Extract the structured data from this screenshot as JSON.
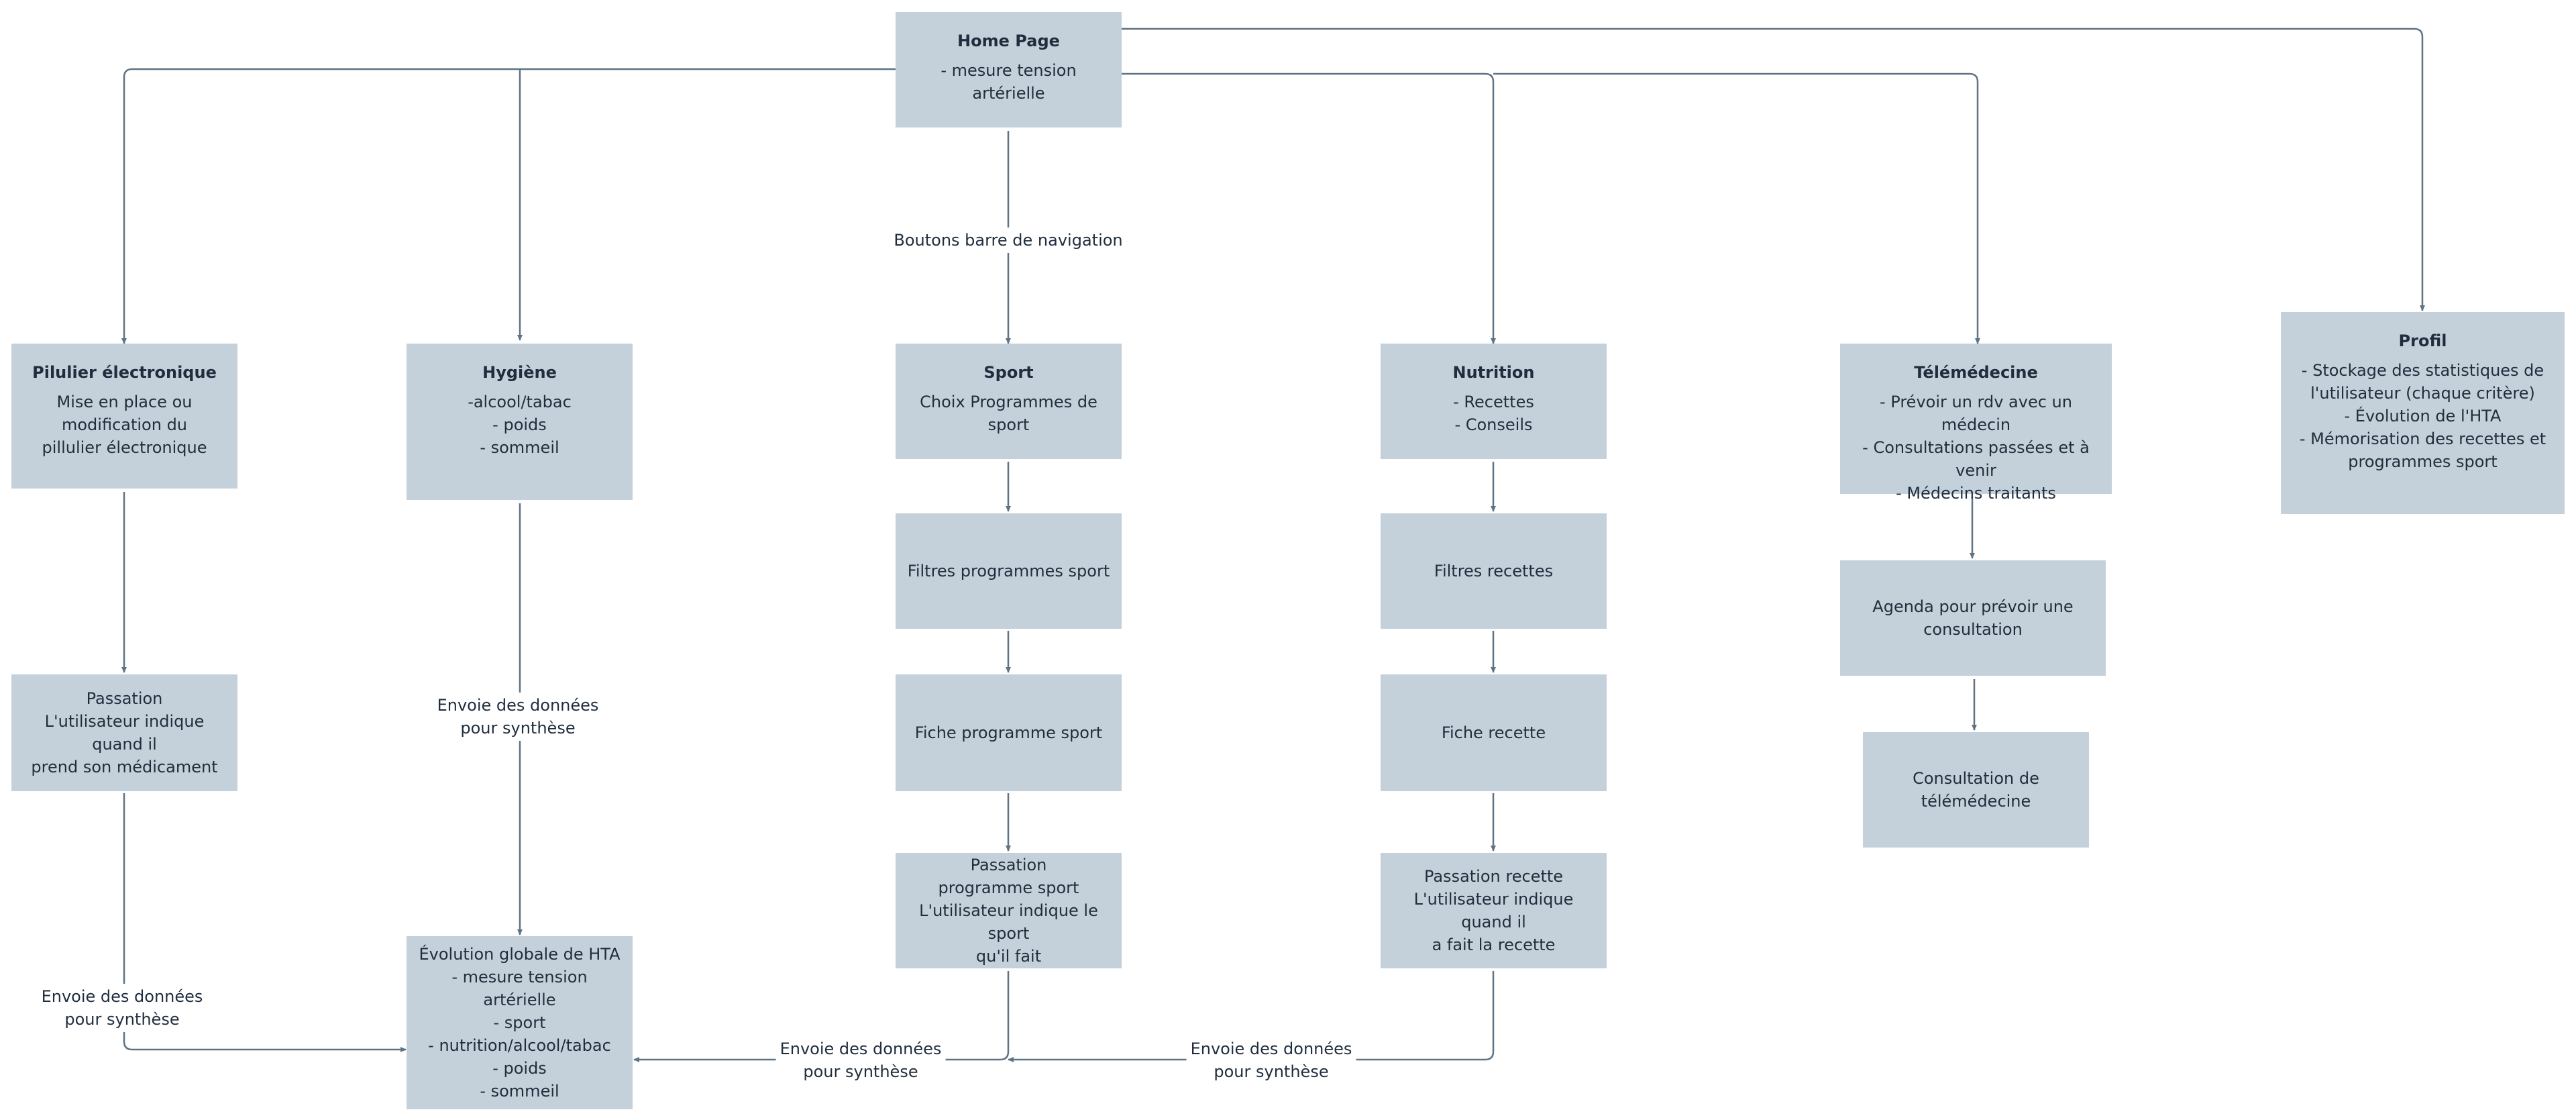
{
  "nodes": {
    "home": {
      "title": "Home Page",
      "body": "- mesure tension artérielle"
    },
    "pilulier": {
      "title": "Pilulier électronique",
      "body": "Mise en place ou\nmodification du\npillulier électronique"
    },
    "hygiene": {
      "title": "Hygiène",
      "body": "-alcool/tabac\n- poids\n- sommeil"
    },
    "sport": {
      "title": "Sport",
      "body": "Choix Programmes de sport"
    },
    "nutrition": {
      "title": "Nutrition",
      "body": "- Recettes\n- Conseils"
    },
    "telemedecine": {
      "title": "Télémédecine",
      "body": "- Prévoir un rdv avec un médecin\n- Consultations passées et à venir\n- Médecins traitants"
    },
    "profil": {
      "title": "Profil",
      "body": "- Stockage des statistiques de\nl'utilisateur (chaque critère)\n- Évolution de l'HTA\n- Mémorisation des recettes et\nprogrammes sport"
    },
    "passation": {
      "body": "Passation\nL'utilisateur indique quand il\nprend son médicament"
    },
    "evolution": {
      "body": "Évolution globale de HTA\n- mesure tension artérielle\n- sport\n- nutrition/alcool/tabac\n- poids\n- sommeil"
    },
    "filtres_sport": {
      "body": "Filtres programmes sport"
    },
    "fiche_sport": {
      "body": "Fiche programme sport"
    },
    "passation_sport": {
      "body": "Passation\nprogramme sport\nL'utilisateur indique le sport\nqu'il fait"
    },
    "filtres_recettes": {
      "body": "Filtres recettes"
    },
    "fiche_recette": {
      "body": "Fiche recette"
    },
    "passation_recette": {
      "body": "Passation recette\nL'utilisateur indique quand il\na fait la recette"
    },
    "agenda": {
      "body": "Agenda pour prévoir une\nconsultation"
    },
    "consultation": {
      "body": "Consultation de\ntélémédecine"
    }
  },
  "labels": {
    "nav": "Boutons barre de navigation",
    "hygiene_synth": "Envoie des données\npour synthèse",
    "pilulier_synth": "Envoie des données\npour synthèse",
    "sport_synth": "Envoie des données\npour synthèse",
    "recette_synth": "Envoie des données\npour synthèse"
  },
  "colors": {
    "box": "#c5d1da",
    "line": "#5f7385",
    "text": "#1f2d3d"
  }
}
